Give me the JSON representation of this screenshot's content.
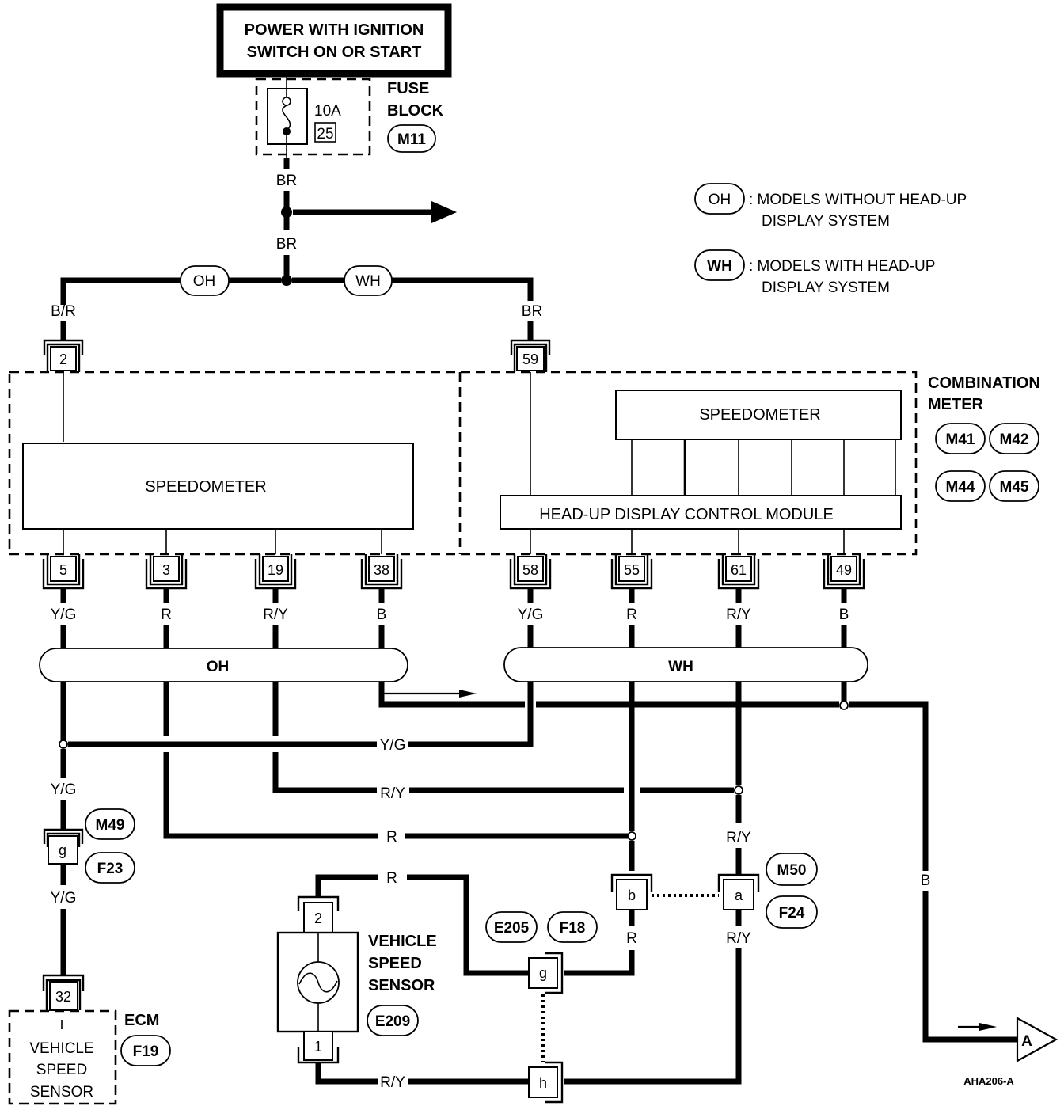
{
  "title_box": {
    "line1": "POWER WITH IGNITION",
    "line2": "SWITCH ON OR START"
  },
  "fuse": {
    "rating": "10A",
    "number": "25",
    "label_line1": "FUSE",
    "label_line2": "BLOCK",
    "connector": "M11"
  },
  "wire_colors": {
    "br_top": "BR",
    "br_mid": "BR",
    "br_right": "BR",
    "b_r": "B/R",
    "oh_5": "Y/G",
    "oh_3": "R",
    "oh_19": "R/Y",
    "oh_38": "B",
    "wh_58": "Y/G",
    "wh_55": "R",
    "wh_61": "R/Y",
    "wh_49": "B",
    "yg_bus": "Y/G",
    "ry_bus": "R/Y",
    "r_bus": "R",
    "yg_down1": "Y/G",
    "yg_down2": "Y/G",
    "ry_right1": "R/Y",
    "ry_right2": "R/Y",
    "r_right": "R",
    "b_vertical": "B",
    "vss_top": "R",
    "vss_bottom": "R/Y"
  },
  "option_tags": {
    "oh": "OH",
    "wh": "WH"
  },
  "legend": {
    "items": [
      {
        "tag": "OH",
        "line1": ": MODELS WITHOUT HEAD-UP",
        "line2": "DISPLAY SYSTEM"
      },
      {
        "tag": "WH",
        "line1": ": MODELS WITH HEAD-UP",
        "line2": "DISPLAY SYSTEM"
      }
    ]
  },
  "combination_meter": {
    "label_line1": "COMBINATION",
    "label_line2": "METER",
    "connectors": [
      "M41",
      "M42",
      "M44",
      "M45"
    ],
    "speedometer_oh": "SPEEDOMETER",
    "speedometer_wh": "SPEEDOMETER",
    "hud_module": "HEAD-UP DISPLAY CONTROL MODULE",
    "pins_top": {
      "oh": "2",
      "wh": "59"
    },
    "pins_oh": [
      "5",
      "3",
      "19",
      "38"
    ],
    "pins_wh": [
      "58",
      "55",
      "61",
      "49"
    ]
  },
  "harness_bars": {
    "oh": "OH",
    "wh": "WH"
  },
  "joint_connector_left": {
    "pin": "g",
    "connectors": [
      "M49",
      "F23"
    ]
  },
  "joint_connector_right": {
    "pin_b": "b",
    "pin_a": "a",
    "connectors": [
      "M50",
      "F24"
    ]
  },
  "joint_connector_vss": {
    "pin_g": "g",
    "pin_h": "h",
    "connectors": [
      "E205",
      "F18"
    ]
  },
  "vehicle_speed_sensor": {
    "label_line1": "VEHICLE",
    "label_line2": "SPEED",
    "label_line3": "SENSOR",
    "connector": "E209",
    "pin_top": "2",
    "pin_bottom": "1"
  },
  "ecm": {
    "label": "ECM",
    "connector": "F19",
    "pin": "32",
    "inner_line1": "VEHICLE",
    "inner_line2": "SPEED",
    "inner_line3": "SENSOR"
  },
  "offpage": {
    "ref": "A"
  },
  "figure_code": "AHA206-A"
}
